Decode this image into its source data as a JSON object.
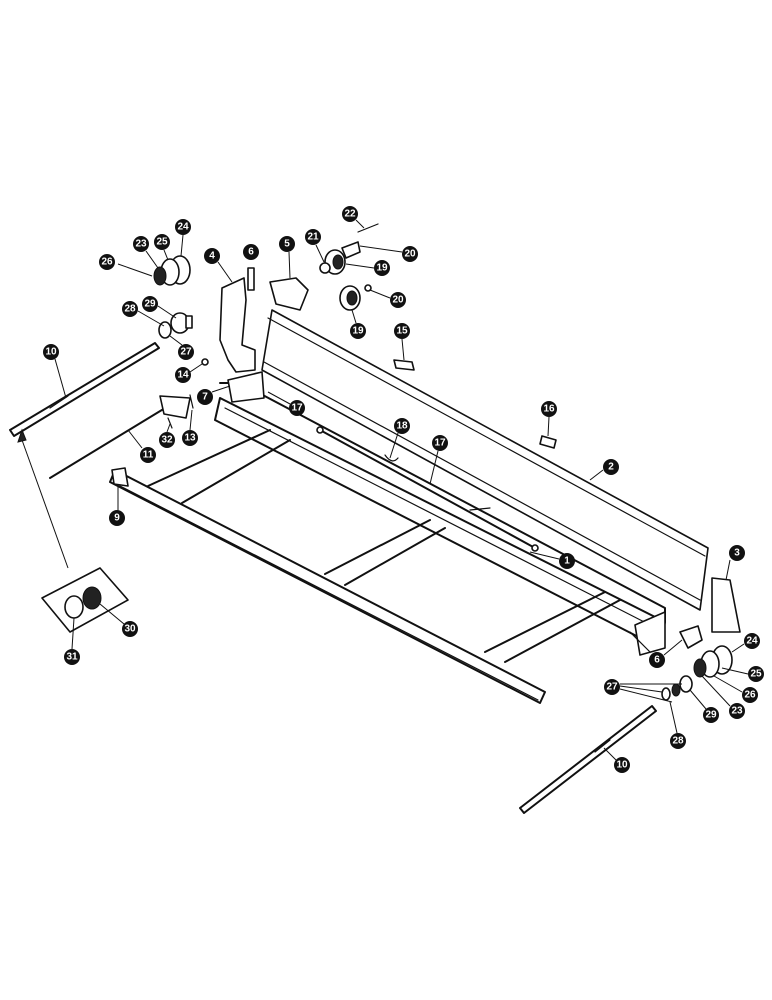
{
  "callouts": [
    {
      "id": "c1",
      "label": "1"
    },
    {
      "id": "c2",
      "label": "2"
    },
    {
      "id": "c3",
      "label": "3"
    },
    {
      "id": "c4",
      "label": "4"
    },
    {
      "id": "c5",
      "label": "5"
    },
    {
      "id": "c6a",
      "label": "6"
    },
    {
      "id": "c6b",
      "label": "6"
    },
    {
      "id": "c7",
      "label": "7"
    },
    {
      "id": "c9",
      "label": "9"
    },
    {
      "id": "c10a",
      "label": "10"
    },
    {
      "id": "c10b",
      "label": "10"
    },
    {
      "id": "c11",
      "label": "11"
    },
    {
      "id": "c13",
      "label": "13"
    },
    {
      "id": "c14",
      "label": "14"
    },
    {
      "id": "c15",
      "label": "15"
    },
    {
      "id": "c16",
      "label": "16"
    },
    {
      "id": "c17a",
      "label": "17"
    },
    {
      "id": "c17b",
      "label": "17"
    },
    {
      "id": "c18",
      "label": "18"
    },
    {
      "id": "c19a",
      "label": "19"
    },
    {
      "id": "c19b",
      "label": "19"
    },
    {
      "id": "c20a",
      "label": "20"
    },
    {
      "id": "c20b",
      "label": "20"
    },
    {
      "id": "c21",
      "label": "21"
    },
    {
      "id": "c22",
      "label": "22"
    },
    {
      "id": "c23a",
      "label": "23"
    },
    {
      "id": "c23b",
      "label": "23"
    },
    {
      "id": "c24a",
      "label": "24"
    },
    {
      "id": "c24b",
      "label": "24"
    },
    {
      "id": "c25a",
      "label": "25"
    },
    {
      "id": "c25b",
      "label": "25"
    },
    {
      "id": "c26a",
      "label": "26"
    },
    {
      "id": "c26b",
      "label": "26"
    },
    {
      "id": "c27a",
      "label": "27"
    },
    {
      "id": "c27b",
      "label": "27"
    },
    {
      "id": "c28a",
      "label": "28"
    },
    {
      "id": "c28b",
      "label": "28"
    },
    {
      "id": "c29a",
      "label": "29"
    },
    {
      "id": "c29b",
      "label": "29"
    },
    {
      "id": "c30",
      "label": "30"
    },
    {
      "id": "c31",
      "label": "31"
    },
    {
      "id": "c32",
      "label": "32"
    }
  ]
}
